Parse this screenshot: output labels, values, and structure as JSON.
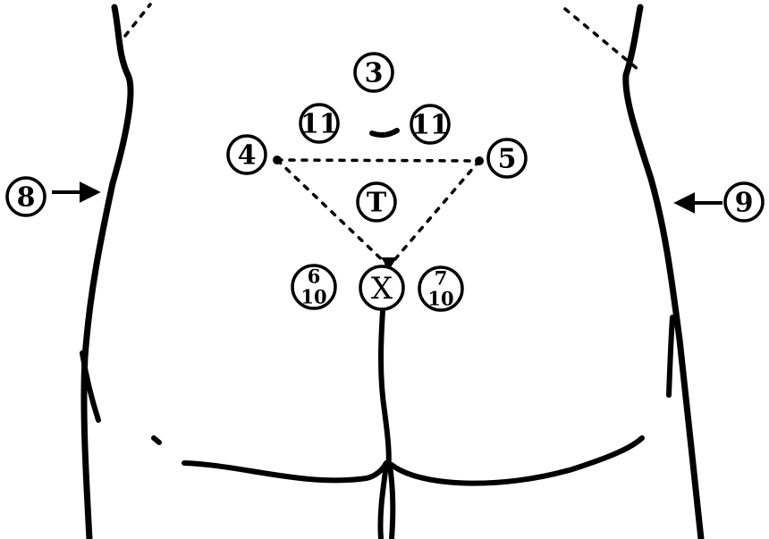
{
  "markers": {
    "m3": "3",
    "m11_left": "11",
    "m11_right": "11",
    "m4": "4",
    "m5": "5",
    "mT": "T",
    "m6_10_top": "6",
    "m6_10_bottom": "10",
    "mX": "X",
    "m7_10_top": "7",
    "m7_10_bottom": "10",
    "m8": "8",
    "m9": "9"
  }
}
